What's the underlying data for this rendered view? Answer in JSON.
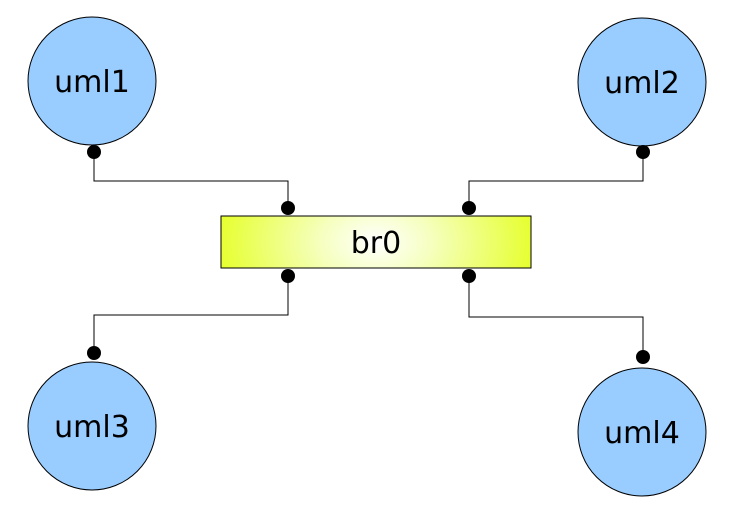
{
  "colors": {
    "host_fill": "#99ccff",
    "bridge_center": "#ffffff",
    "bridge_edge": "#e6ff33"
  },
  "bridge": {
    "label": "br0"
  },
  "hosts": [
    {
      "label": "uml1"
    },
    {
      "label": "uml2"
    },
    {
      "label": "uml3"
    },
    {
      "label": "uml4"
    }
  ]
}
